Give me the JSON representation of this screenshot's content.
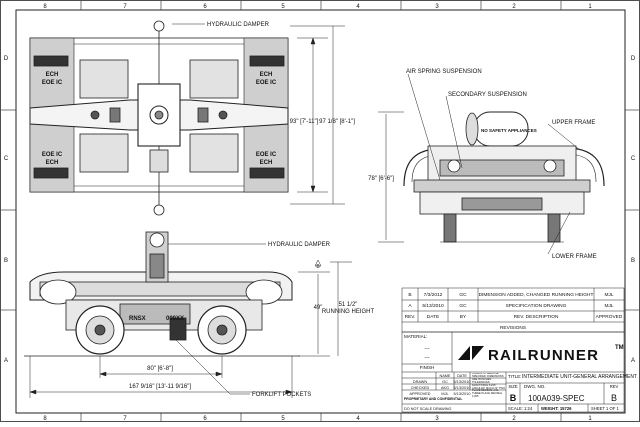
{
  "sheet": {
    "zones_top": [
      "8",
      "7",
      "6",
      "5",
      "4",
      "3",
      "2",
      "1"
    ],
    "zones_bottom": [
      "8",
      "7",
      "6",
      "5",
      "4",
      "3",
      "2",
      "1"
    ],
    "zones_side": [
      "D",
      "C",
      "B",
      "A"
    ]
  },
  "callouts": {
    "hydraulic_damper_top": "HYDRAULIC DAMPER",
    "hydraulic_damper_bottom": "HYDRAULIC DAMPER",
    "air_spring_suspension": "AIR SPRING SUSPENSION",
    "secondary_suspension": "SECONDARY SUSPENSION",
    "upper_frame": "UPPER FRAME",
    "lower_frame": "LOWER FRAME",
    "forklift_pockets": "FORKLIFT POCKETS",
    "rnsx": "RNSX",
    "unit_id": "000XX",
    "safety_label": "NO SAFETY APPLIANCES"
  },
  "dimensions": {
    "plan_inner_height": "93\" [7'-11\"]",
    "plan_outer_height": "97 1/8\" [8'-1\"]",
    "end_height": "78\" [6'-6\"]",
    "side_height": "49\"",
    "running_height_value": "51 1/2\"",
    "running_height_label": "RUNNING HEIGHT",
    "wheelbase": "80\" [6'-8\"]",
    "overall_length": "167 9/16\" [13'-11 9/16\"]",
    "revision_flag": "B"
  },
  "revisions": {
    "rows": [
      {
        "rev": "B",
        "date": "7/3/2012",
        "by": "GC",
        "desc": "DIMENSION ADDED, CHANGED RUNNING HEIGHT",
        "appr": "MJL"
      },
      {
        "rev": "A",
        "date": "5/13/2010",
        "by": "GC",
        "desc": "SPECIFICATION DRAWING",
        "appr": "MJL"
      }
    ],
    "header": {
      "rev": "REV.",
      "date": "DATE",
      "by": "BY",
      "desc": "REV. DESCRIPTION",
      "appr": "APPROVED"
    },
    "title": "REVISIONS"
  },
  "title_block": {
    "material_label": "MATERIAL:",
    "material_value_1": "---",
    "material_value_2": "---",
    "finish_label": "FINISH",
    "logo_text": "RAILRUNNER",
    "logo_tm": "TM",
    "sig_header": {
      "name": "NAME",
      "date": "DATE"
    },
    "sig_rows": [
      {
        "role": "DRAWN",
        "name": "GC",
        "date": "5/13/2010"
      },
      {
        "role": "CHECKED",
        "name": "AKG",
        "date": "5/13/2010"
      },
      {
        "role": "APPROVED",
        "name": "MJL",
        "date": "5/13/2010"
      }
    ],
    "tolerance_note": "UNLESS OTHERWISE SPECIFIED: DIMENSIONS ARE IN INCHES TOLERANCES: FRACTIONAL ±1/16 ANGULAR: MACH ±1° TWO PLACE DECIMAL ±.01 THREE PLACE DECIMAL ±.005",
    "scale_note": "DO NOT SCALE DRAWING",
    "prop_title": "PROPRIETARY AND CONFIDENTIAL",
    "prop_text": "THE INFORMATION CONTAINED IN THIS DRAWING IS THE SOLE PROPERTY OF RAILRUNNER. ANY REPRODUCTION IN PART OR AS A WHOLE WITHOUT THE WRITTEN PERMISSION OF RAILRUNNER IS PROHIBITED.",
    "title_label": "TITLE:",
    "title_value": "INTERMEDIATE UNIT-GENERAL ARRANGEMENT",
    "size_label": "SIZE",
    "size_value": "B",
    "dwg_label": "DWG. NO.",
    "dwg_value": "100A039-SPEC",
    "rev_label": "REV",
    "rev_value": "B",
    "scale_label": "SCALE: 1:24",
    "weight_label": "WEIGHT: 15726",
    "sheet_label": "SHEET 1 OF 1"
  }
}
